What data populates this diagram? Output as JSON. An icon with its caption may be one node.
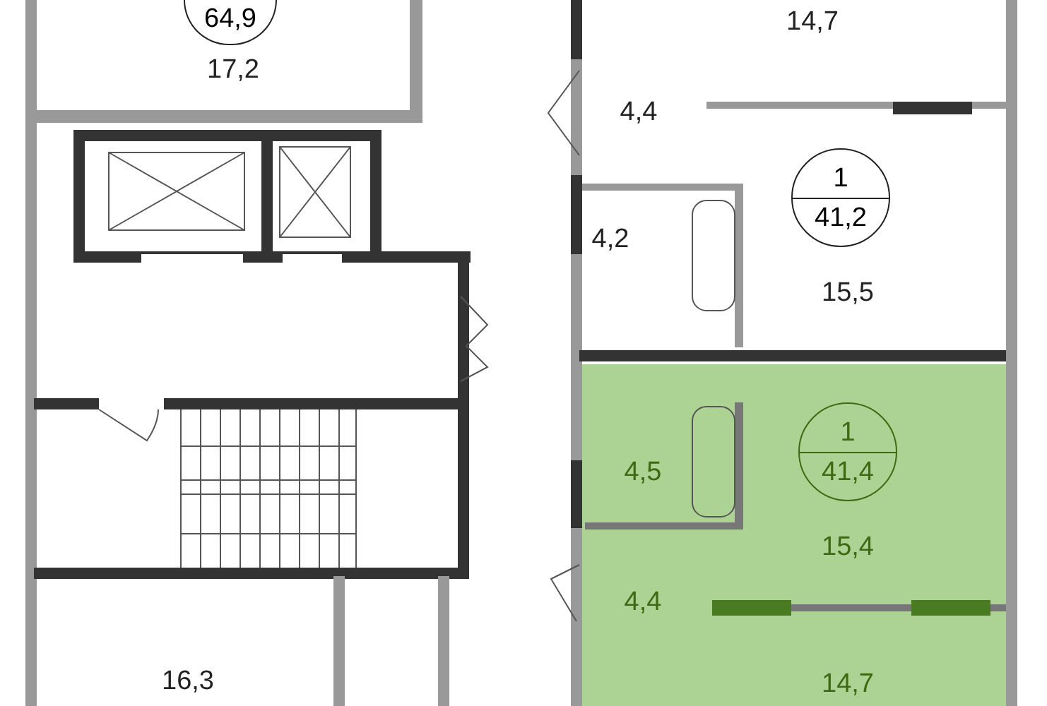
{
  "diagram": {
    "nodes": [
      {
        "text": [
          "64,9"
        ]
      },
      {
        "text": [
          "1",
          "41,2"
        ]
      },
      {
        "text": [
          "1",
          "41,4"
        ]
      }
    ],
    "labels": [
      "14,7",
      "17,2",
      "4,4",
      "4,2",
      "15,5",
      "4,5",
      "15,4",
      "4,4",
      "16,3",
      "14,7"
    ]
  }
}
